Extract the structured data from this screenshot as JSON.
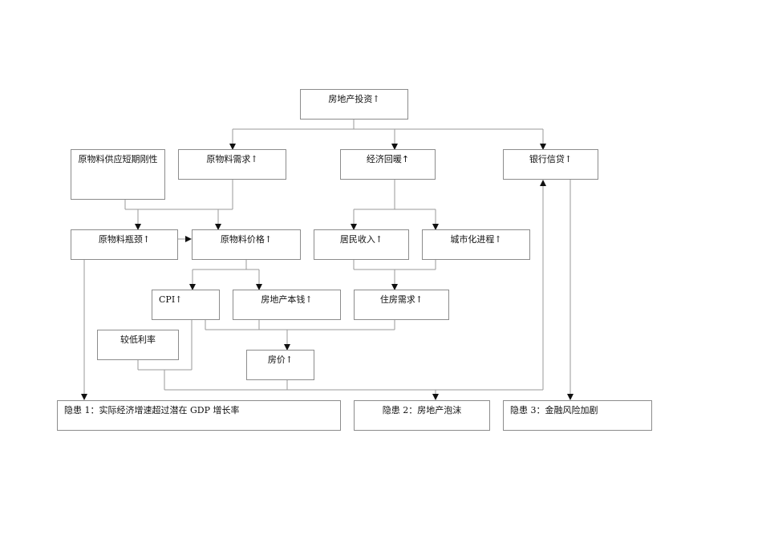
{
  "nodes": {
    "realestate_invest": "房地产投资↑",
    "raw_supply_rigid": "原物料供应短期刚性",
    "raw_demand": "原物料需求↑",
    "economy_warm": "经济回暖",
    "economy_warm_arrow": "↑",
    "bank_credit": "银行信贷↑",
    "raw_bottleneck": "原物料瓶颈↑",
    "raw_price": "原物料价格↑",
    "resident_income": "居民收入↑",
    "urbanization": "城市化进程↑",
    "cpi": "CPI↑",
    "realestate_cost": "房地产本钱↑",
    "housing_demand": "住房需求↑",
    "low_rate": "较低利率",
    "house_price": "房价↑",
    "risk1": "隐患 1：实际经济增速超过潜在 GDP 增长率",
    "risk2": "隐患 2：房地产泡沫",
    "risk3": "隐患 3：金融风险加剧"
  },
  "colors": {
    "line": "#9a9a9a",
    "arrow": "#111111",
    "border": "#8c8c8c"
  }
}
